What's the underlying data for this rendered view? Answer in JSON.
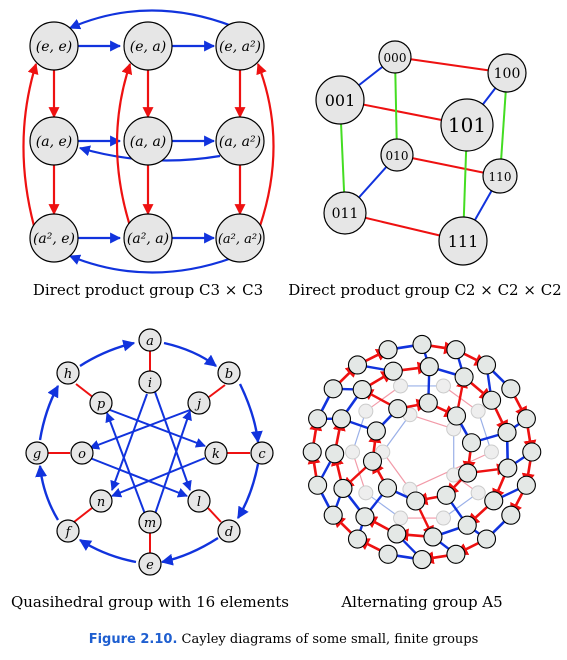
{
  "colors": {
    "blue": "#1133dd",
    "red": "#ee1111",
    "green": "#44dd22",
    "node_fill": "#e6e6e6",
    "caption_accent": "#1f5fd0"
  },
  "panels": {
    "c3xc3": {
      "caption": "Direct product group C3 × C3",
      "nodes": [
        "(e, e)",
        "(e, a)",
        "(e, a²)",
        "(a, e)",
        "(a, a)",
        "(a, a²)",
        "(a², e)",
        "(a², a)",
        "(a², a²)"
      ]
    },
    "c2cube": {
      "caption": "Direct product group C2 × C2 × C2",
      "nodes": [
        "000",
        "100",
        "001",
        "101",
        "010",
        "110",
        "011",
        "111"
      ]
    },
    "quasi": {
      "caption": "Quasihedral group with 16 elements",
      "nodes": [
        "a",
        "b",
        "c",
        "d",
        "e",
        "f",
        "g",
        "h",
        "i",
        "j",
        "k",
        "l",
        "m",
        "n",
        "o",
        "p"
      ]
    },
    "a5": {
      "caption": "Alternating group A5"
    }
  },
  "figure": {
    "number": "Figure 2.10.",
    "text": "Cayley diagrams of some small, finite groups"
  }
}
